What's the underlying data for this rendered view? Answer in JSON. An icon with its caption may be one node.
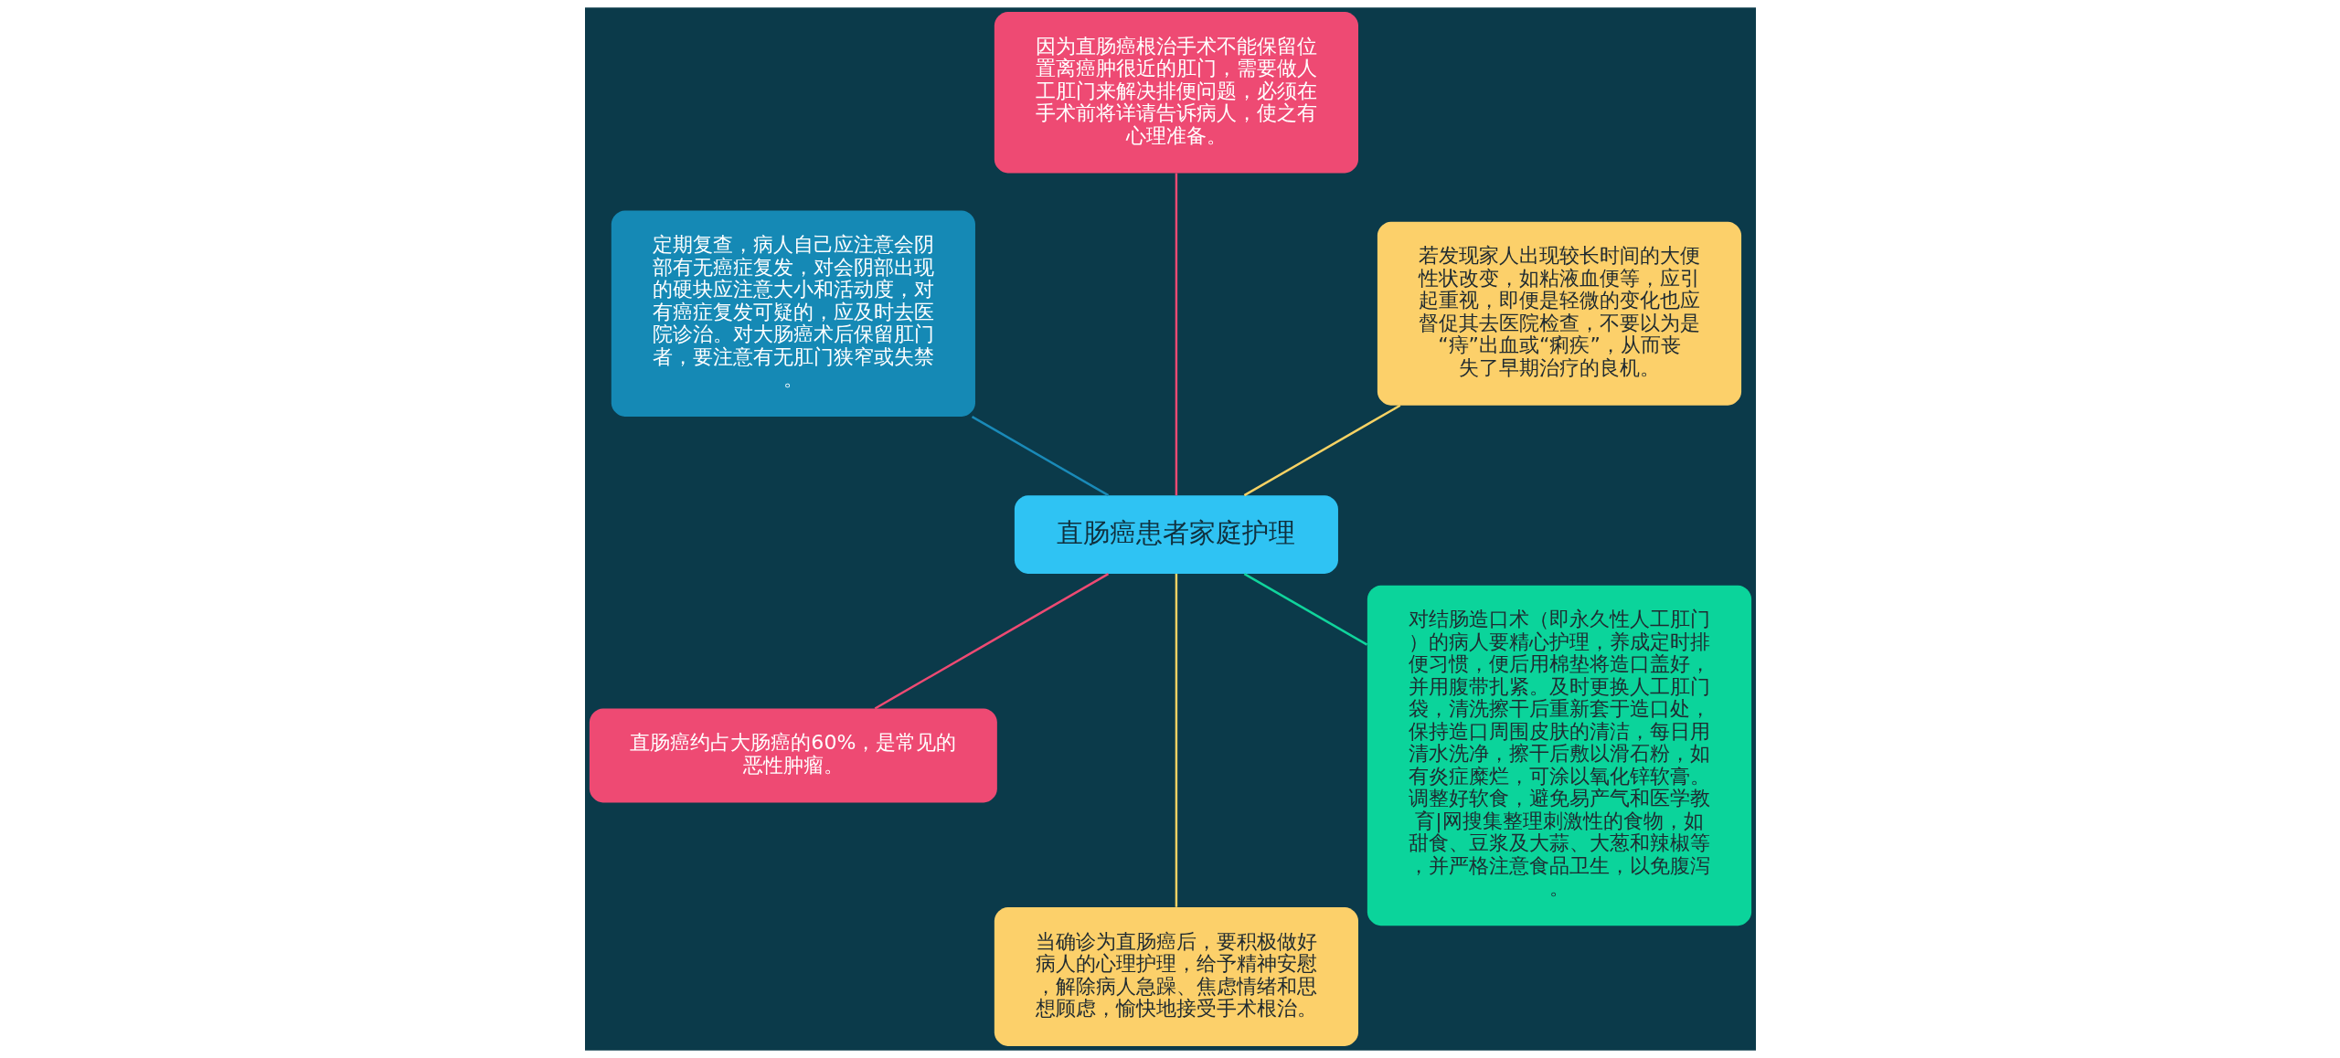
{
  "diagram": {
    "nodes": [
      {
        "text": [
          "直肠癌患者家庭护理"
        ]
      },
      {
        "text": [
          "若发现家人出现较长时间的大便性状改变，如粘液血便等，应引起重视，即便是轻微的变化也应督促其去医院检查，不要以为是“痔”出血或“痢疾”，从而丧失了早期治疗的良机。"
        ]
      },
      {
        "text": [
          "因为直肠癌根治手术不能保留位置离癌肿很近的肛门，需要做人工肛门来解决排便问题，必须在手术前将详请告诉病人，使之有心理准备。"
        ]
      },
      {
        "text": [
          "定期复查，病人自己应注意会阴部有无癌症复发，对会阴部出现的硬块应注意大小和活动度，对有癌症复发可疑的，应及时去医院诊治。对大肠癌术后保留肛门者，要注意有无肛门狭窄或失禁。"
        ]
      },
      {
        "text": [
          "直肠癌约占大肠癌的60%，是常见的恶性肿瘤。"
        ]
      },
      {
        "text": [
          "当确诊为直肠癌后，要积极做好病人的心理护理，给予精神安慰，解除病人急躁、焦虑情绪和思想顾虑，愉快地接受手术根治。"
        ]
      },
      {
        "text": [
          "对结肠造口术（即永久性人工肛门）的病人要精心护理，养成定时排便习惯，便后用棉垫将造口盖好，并用腹带扎紧。及时更换人工肛门袋，清洗擦干后重新套于造口处，保持造口周围皮肤的清洁，每日用清水洗净，擦干后敷以滑石粉，如有炎症糜烂，可涂以氧化锌软膏。调整好软食，避免易产气和医学教育|网搜集整理刺激性的食物，如甜食、豆浆及大蒜、大葱和辣椒等，并严格注意食品卫生，以免腹泻。"
        ]
      }
    ],
    "edges": [
      {
        "from": 0,
        "to": 1,
        "arrow": "none",
        "color": "#f7d264"
      },
      {
        "from": 0,
        "to": 2,
        "arrow": "none",
        "color": "#ee4a73"
      },
      {
        "from": 0,
        "to": 3,
        "arrow": "none",
        "color": "#1a8ab8"
      },
      {
        "from": 0,
        "to": 4,
        "arrow": "none",
        "color": "#ee4a73"
      },
      {
        "from": 0,
        "to": 5,
        "arrow": "none",
        "color": "#f7d264"
      },
      {
        "from": 0,
        "to": 6,
        "arrow": "none",
        "color": "#10d49c"
      }
    ]
  }
}
